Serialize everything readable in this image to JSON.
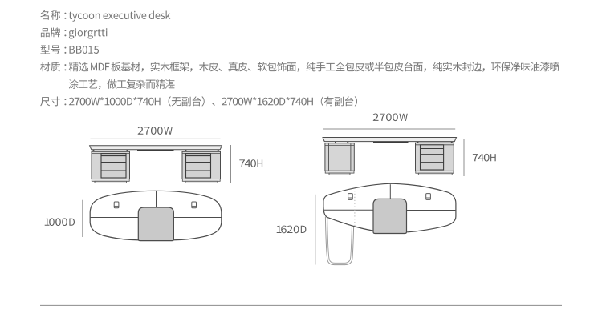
{
  "page": {
    "background": "#ffffff",
    "type": "product specification sheet"
  },
  "specs": [
    {
      "label": "名称",
      "separator": "：",
      "value": "tycoon executive desk"
    },
    {
      "label": "品牌",
      "separator": "：",
      "value": "giorgrtti"
    },
    {
      "label": "型号",
      "separator": "：",
      "value": "BB015"
    },
    {
      "label": "材质",
      "separator": "：",
      "value": "精选 MDF 板基材，实木框架，木皮、真皮、软包饰面，纯手工全包皮或半包皮台面，纯实木封边，环保净味油漆喷涂工艺，做工复杂而精湛"
    },
    {
      "label": "尺寸",
      "separator": "：",
      "value": "2700W*1000D*740H（无副台）、2700W*1620D*740H（有副台）"
    }
  ],
  "diagrams": [
    {
      "id": "desk-without-return",
      "views": [
        "front elevation",
        "top plan"
      ],
      "width_label": "2700W",
      "height_label": "740H",
      "depth_label": "1000D"
    },
    {
      "id": "desk-with-return",
      "views": [
        "front elevation",
        "top plan with side return table"
      ],
      "width_label": "2700W",
      "height_label": "740H",
      "depth_label": "1620D"
    }
  ],
  "colors": {
    "text": "#767676",
    "dimension_text": "#5d5d5d",
    "drawing_outline": "#4c4c4c",
    "drawing_fill": "#d6d6d6",
    "divider": "#8c8c8c"
  }
}
